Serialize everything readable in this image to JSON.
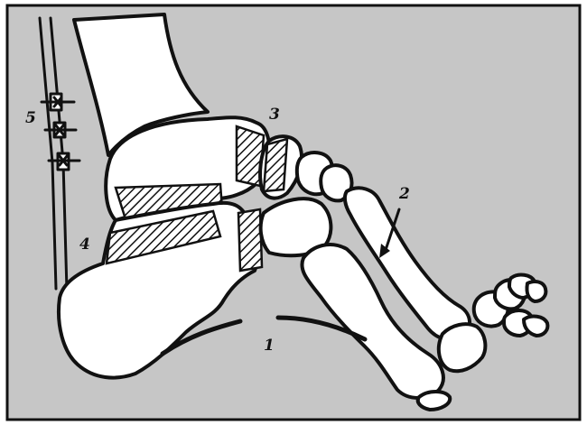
{
  "colors": {
    "background": "#c6c6c6",
    "bone_fill": "#ffffff",
    "outline": "#111111",
    "frame_border": "#111111"
  },
  "labels": {
    "l1": "1",
    "l2": "2",
    "l3": "3",
    "l4": "4",
    "l5": "5"
  }
}
